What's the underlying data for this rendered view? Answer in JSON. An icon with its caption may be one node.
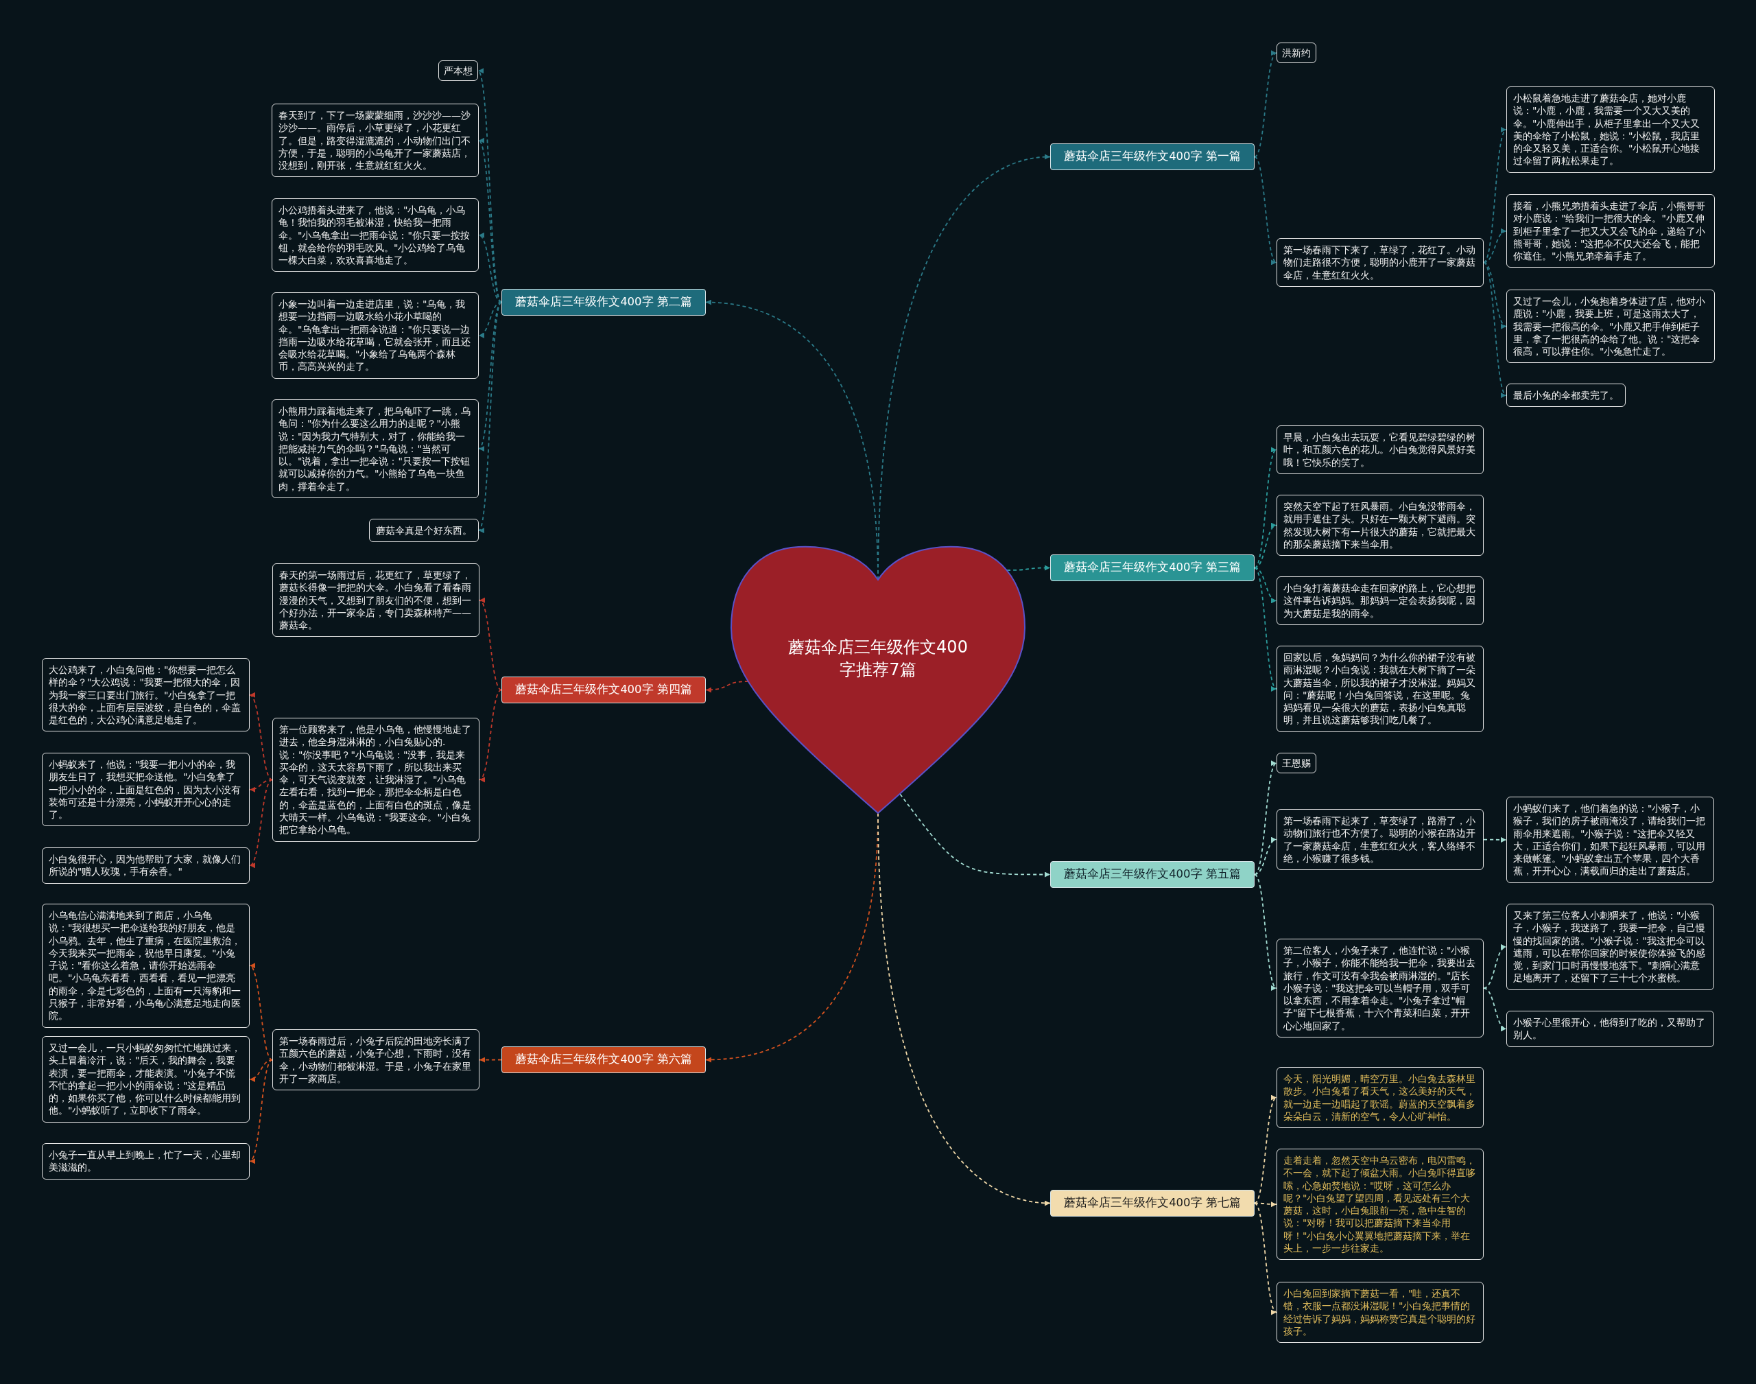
{
  "diagram": {
    "nodes": [
      {
        "text": [
          "蘑菇伞店三年级作文400字推荐7篇"
        ]
      },
      {
        "text": [
          "蘑菇伞店三年级作文400字 第一篇"
        ]
      },
      {
        "text": [
          "洪新约"
        ]
      },
      {
        "text": [
          "第一场春雨下下来了，草绿了，花红了。小动物们走路很不方便，聪明的小鹿开了一家蘑菇伞店，生意红红火火。"
        ]
      },
      {
        "text": [
          "小松鼠着急地走进了蘑菇伞店，她对小鹿说：\"小鹿，小鹿，我需要一个又大又美的伞。\"小鹿伸出手，从柜子里拿出一个又大又美的伞给了小松鼠，她说：\"小松鼠，我店里的伞又轻又美，正适合你。\"小松鼠开心地接过伞留了两粒松果走了。"
        ]
      },
      {
        "text": [
          "接着，小熊兄弟捂着头走进了伞店，小熊哥哥对小鹿说：\"给我们一把很大的伞。\"小鹿又伸到柜子里拿了一把又大又会飞的伞，递给了小熊哥哥，她说：\"这把伞不仅大还会飞，能把你遮住。\"小熊兄弟牵着手走了。"
        ]
      },
      {
        "text": [
          "又过了一会儿，小兔抱着身体进了店，他对小鹿说：\"小鹿，我要上班，可是这雨太大了，我需要一把很高的伞。\"小鹿又把手伸到柜子里，拿了一把很高的伞给了他。说：\"这把伞很高，可以撑住你。\"小兔急忙走了。"
        ]
      },
      {
        "text": [
          "最后小兔的伞都卖完了。"
        ]
      },
      {
        "text": [
          "蘑菇伞店三年级作文400字 第二篇"
        ]
      },
      {
        "text": [
          "严本想"
        ]
      },
      {
        "text": [
          "春天到了，下了一场蒙蒙细雨，沙沙沙——沙沙沙——。雨停后，小草更绿了，小花更红了。但是，路变得湿漉漉的，小动物们出门不方便，于是，聪明的小乌龟开了一家蘑菇店，没想到，刚开张，生意就红红火火。"
        ]
      },
      {
        "text": [
          "小公鸡捂着头进来了，他说：\"小乌龟，小乌龟！我怕我的羽毛被淋湿，快给我一把雨伞。\"小乌龟拿出一把雨伞说：\"你只要一按按钮，就会给你的羽毛吹风。\"小公鸡给了乌龟一棵大白菜，欢欢喜喜地走了。"
        ]
      },
      {
        "text": [
          "小象一边叫着一边走进店里，说：\"乌龟，我想要一边挡雨一边吸水给小花小草喝的伞。\"乌龟拿出一把雨伞说道：\"你只要说一边挡雨一边吸水给花草喝，它就会张开，而且还会吸水给花草喝。\"小象给了乌龟两个森林币，高高兴兴的走了。"
        ]
      },
      {
        "text": [
          "小熊用力踩着地走来了，把乌龟吓了一跳，乌龟问：\"你为什么要这么用力的走呢？\"小熊说：\"因为我力气特别大，对了，你能给我一把能减掉力气的伞吗？\"乌龟说：\"当然可以。\"说着，拿出一把伞说：\"只要按一下按钮就可以减掉你的力气。\"小熊给了乌龟一块鱼肉，撑着伞走了。"
        ]
      },
      {
        "text": [
          "蘑菇伞真是个好东西。"
        ]
      },
      {
        "text": [
          "蘑菇伞店三年级作文400字 第三篇"
        ]
      },
      {
        "text": [
          "早晨，小白兔出去玩耍，它看见碧绿碧绿的树叶，和五颜六色的花儿。小白兔觉得风景好美哦！它快乐的笑了。"
        ]
      },
      {
        "text": [
          "突然天空下起了狂风暴雨。小白兔没带雨伞，就用手遮住了头。只好在一颗大树下避雨。突然发现大树下有一片很大的蘑菇，它就把最大的那朵蘑菇摘下来当伞用。"
        ]
      },
      {
        "text": [
          "小白兔打着蘑菇伞走在回家的路上，它心想把这件事告诉妈妈。那妈妈一定会表扬我呢，因为大蘑菇是我的雨伞。"
        ]
      },
      {
        "text": [
          "回家以后，兔妈妈问？为什么你的裙子没有被雨淋湿呢？小白兔说：我就在大树下摘了一朵大蘑菇当伞，所以我的裙子才没淋湿。妈妈又问：\"蘑菇呢！小白兔回答说，在这里呢。兔妈妈看见一朵很大的蘑菇，表扬小白兔真聪明，并且说这蘑菇够我们吃几餐了。"
        ]
      },
      {
        "text": [
          "蘑菇伞店三年级作文400字 第四篇"
        ]
      },
      {
        "text": [
          "春天的第一场雨过后，花更红了，草更绿了，蘑菇长得像一把把的大伞。小白兔看了看春雨漫漫的天气，又想到了朋友们的不便，想到一个好办法，开一家伞店，专门卖森林特产——蘑菇伞。"
        ]
      },
      {
        "text": [
          "第一位顾客来了，他是小乌龟，他慢慢地走了进去，他全身湿淋淋的，小白兔贴心的.说：\"你没事吧？\"小乌龟说：\"没事，我是来买伞的，这天太容易下雨了，所以我出来买伞，可天气说变就变，让我淋湿了。\"小乌龟左看右看，找到一把伞，那把伞伞柄是白色的，伞盖是蓝色的，上面有白色的斑点，像是大晴天一样。小乌龟说：\"我要这伞。\"小白兔把它拿给小乌龟。"
        ]
      },
      {
        "text": [
          "大公鸡来了，小白兔问他：\"你想要一把怎么样的伞？\"大公鸡说：\"我要一把很大的伞，因为我一家三口要出门旅行。\"小白兔拿了一把很大的伞，上面有层层波纹，是白色的，伞盖是红色的，大公鸡心满意足地走了。"
        ]
      },
      {
        "text": [
          "小蚂蚁来了，他说：\"我要一把小小的伞，我朋友生日了，我想买把伞送他。\"小白兔拿了一把小小的伞，上面是红色的，因为太小没有装饰可还是十分漂亮，小蚂蚁开开心心的走了。"
        ]
      },
      {
        "text": [
          "小白兔很开心，因为他帮助了大家，就像人们所说的\"赠人玫瑰，手有余香。\""
        ]
      },
      {
        "text": [
          "蘑菇伞店三年级作文400字 第五篇"
        ]
      },
      {
        "text": [
          "王恩赐"
        ]
      },
      {
        "text": [
          "第一场春雨下起来了，草变绿了，路滑了，小动物们旅行也不方便了。聪明的小猴在路边开了一家蘑菇伞店，生意红红火火，客人络绎不绝，小猴赚了很多钱。"
        ]
      },
      {
        "text": [
          "小蚂蚁们来了，他们着急的说：\"小猴子，小猴子，我们的房子被雨淹没了，请给我们一把雨伞用来遮雨。\"小猴子说：\"这把伞又轻又大，正适合你们，如果下起狂风暴雨，可以用来做帐篷。\"小蚂蚁拿出五个苹果，四个大香蕉，开开心心，满载而归的走出了蘑菇店。"
        ]
      },
      {
        "text": [
          "第二位客人，小兔子来了，他连忙说：\"小猴子，小猴子，你能不能给我一把伞，我要出去旅行，作文可没有伞我会被雨淋湿的。\"店长小猴子说：\"我这把伞可以当帽子用，双手可以拿东西，不用拿着伞走。\"小兔子拿过\"帽子\"留下七根香蕉，十六个青菜和白菜，开开心心地回家了。"
        ]
      },
      {
        "text": [
          "又来了第三位客人小刺猬来了，他说：\"小猴子，小猴子，我迷路了，我要一把伞，自己慢慢的找回家的路。\"小猴子说：\"我这把伞可以遮雨，可以在帮你回家的时候使你体验飞的感觉，到家门口时再慢慢地落下。\"刺猬心满意足地离开了，还留下了三十七个水蜜桃。"
        ]
      },
      {
        "text": [
          "小猴子心里很开心，他得到了吃的，又帮助了别人。"
        ]
      },
      {
        "text": [
          "蘑菇伞店三年级作文400字 第六篇"
        ]
      },
      {
        "text": [
          "第一场春雨过后，小兔子后院的田地旁长满了五颜六色的蘑菇，小兔子心想，下雨时，没有伞，小动物们都被淋湿。于是，小兔子在家里开了一家商店。"
        ]
      },
      {
        "text": [
          "小乌龟信心满满地来到了商店，小乌龟说：\"我很想买一把伞送给我的好朋友，他是小乌鸦。去年，他生了重病，在医院里救治，今天我来买一把雨伞，祝他早日康复。\"小兔子说：\"看你这么着急，请你开始选雨伞吧。\"小乌龟东看看，西看看，看见一把漂亮的雨伞，伞是七彩色的，上面有一只海豹和一只猴子，非常好看，小乌龟心满意足地走向医院。"
        ]
      },
      {
        "text": [
          "又过一会儿，一只小蚂蚁匆匆忙忙地跳过来，头上冒着冷汗，说：\"后天，我的舞会，我要表演，要一把雨伞，才能表演。\"小兔子不慌不忙的拿起一把小小的雨伞说：\"这是精品的，如果你买了他，你可以什么时候都能用到他。\"小蚂蚁听了，立即收下了雨伞。"
        ]
      },
      {
        "text": [
          "小兔子一直从早上到晚上，忙了一天，心里却美滋滋的。"
        ]
      },
      {
        "text": [
          "蘑菇伞店三年级作文400字 第七篇"
        ]
      },
      {
        "text": [
          "今天，阳光明媚，晴空万里。小白兔去森林里散步。小白兔看了看天气，这么美好的天气，就一边走一边唱起了歌谣。蔚蓝的天空飘着多朵朵白云，清新的空气，令人心旷神怡。"
        ]
      },
      {
        "text": [
          "走着走着，忽然天空中乌云密布，电闪雷鸣，不一会，就下起了倾盆大雨。小白兔吓得直哆嗦，心急如焚地说：\"哎呀，这可怎么办呢？\"小白兔望了望四周，看见远处有三个大蘑菇，这时，小白兔眼前一亮，急中生智的说：\"对呀！我可以把蘑菇摘下来当伞用呀！\"小白兔小心翼翼地把蘑菇摘下来，举在头上，一步一步往家走。"
        ]
      },
      {
        "text": [
          "小白兔回到家摘下蘑菇一看，\"哇，还真不错，衣服一点都没淋湿呢！\"小白兔把事情的经过告诉了妈妈，妈妈称赞它真是个聪明的好孩子。"
        ]
      }
    ],
    "edges": [
      {
        "from": 0,
        "to": 1,
        "arrow": "to",
        "style": "dashed"
      },
      {
        "from": 1,
        "to": 2,
        "arrow": "to",
        "style": "dashed"
      },
      {
        "from": 1,
        "to": 3,
        "arrow": "to",
        "style": "dashed"
      },
      {
        "from": 3,
        "to": 4,
        "arrow": "to",
        "style": "dashed"
      },
      {
        "from": 3,
        "to": 5,
        "arrow": "to",
        "style": "dashed"
      },
      {
        "from": 3,
        "to": 6,
        "arrow": "to",
        "style": "dashed"
      },
      {
        "from": 3,
        "to": 7,
        "arrow": "to",
        "style": "dashed"
      },
      {
        "from": 0,
        "to": 8,
        "arrow": "to",
        "style": "dashed"
      },
      {
        "from": 8,
        "to": 9,
        "arrow": "to",
        "style": "dashed"
      },
      {
        "from": 8,
        "to": 10,
        "arrow": "to",
        "style": "dashed"
      },
      {
        "from": 8,
        "to": 11,
        "arrow": "to",
        "style": "dashed"
      },
      {
        "from": 8,
        "to": 12,
        "arrow": "to",
        "style": "dashed"
      },
      {
        "from": 8,
        "to": 13,
        "arrow": "to",
        "style": "dashed"
      },
      {
        "from": 8,
        "to": 14,
        "arrow": "to",
        "style": "dashed"
      },
      {
        "from": 0,
        "to": 15,
        "arrow": "to",
        "style": "dashed",
        "color": "#2c9c9c"
      },
      {
        "from": 15,
        "to": 16,
        "arrow": "to",
        "style": "dashed",
        "color": "#2c9c9c"
      },
      {
        "from": 15,
        "to": 17,
        "arrow": "to",
        "style": "dashed",
        "color": "#2c9c9c"
      },
      {
        "from": 15,
        "to": 18,
        "arrow": "to",
        "style": "dashed",
        "color": "#2c9c9c"
      },
      {
        "from": 15,
        "to": 19,
        "arrow": "to",
        "style": "dashed",
        "color": "#2c9c9c"
      },
      {
        "from": 0,
        "to": 20,
        "arrow": "to",
        "style": "dashed",
        "color": "#c0392b"
      },
      {
        "from": 20,
        "to": 21,
        "arrow": "to",
        "style": "dashed",
        "color": "#c0392b"
      },
      {
        "from": 20,
        "to": 22,
        "arrow": "to",
        "style": "dashed",
        "color": "#c0392b"
      },
      {
        "from": 22,
        "to": 23,
        "arrow": "to",
        "style": "dashed",
        "color": "#c0392b"
      },
      {
        "from": 22,
        "to": 24,
        "arrow": "to",
        "style": "dashed",
        "color": "#c0392b"
      },
      {
        "from": 22,
        "to": 25,
        "arrow": "to",
        "style": "dashed",
        "color": "#c0392b"
      },
      {
        "from": 0,
        "to": 26,
        "arrow": "to",
        "style": "dashed",
        "color": "#a3ddd3"
      },
      {
        "from": 26,
        "to": 27,
        "arrow": "to",
        "style": "dashed",
        "color": "#a3ddd3"
      },
      {
        "from": 26,
        "to": 28,
        "arrow": "to",
        "style": "dashed",
        "color": "#a3ddd3"
      },
      {
        "from": 26,
        "to": 30,
        "arrow": "to",
        "style": "dashed",
        "color": "#a3ddd3"
      },
      {
        "from": 28,
        "to": 29,
        "arrow": "to",
        "style": "dashed",
        "color": "#a3ddd3"
      },
      {
        "from": 30,
        "to": 31,
        "arrow": "to",
        "style": "dashed",
        "color": "#a3ddd3"
      },
      {
        "from": 30,
        "to": 32,
        "arrow": "to",
        "style": "dashed",
        "color": "#a3ddd3"
      },
      {
        "from": 0,
        "to": 33,
        "arrow": "to",
        "style": "dashed",
        "color": "#d4521f"
      },
      {
        "from": 33,
        "to": 34,
        "arrow": "to",
        "style": "dashed",
        "color": "#d4521f"
      },
      {
        "from": 34,
        "to": 35,
        "arrow": "to",
        "style": "dashed",
        "color": "#d4521f"
      },
      {
        "from": 34,
        "to": 36,
        "arrow": "to",
        "style": "dashed",
        "color": "#d4521f"
      },
      {
        "from": 34,
        "to": 37,
        "arrow": "to",
        "style": "dashed",
        "color": "#d4521f"
      },
      {
        "from": 0,
        "to": 38,
        "arrow": "to",
        "style": "dashed",
        "color": "#f0d8a8"
      },
      {
        "from": 38,
        "to": 39,
        "arrow": "to",
        "style": "dashed",
        "color": "#f0d8a8"
      },
      {
        "from": 38,
        "to": 40,
        "arrow": "to",
        "style": "dashed",
        "color": "#f0d8a8"
      },
      {
        "from": 38,
        "to": 41,
        "arrow": "to",
        "style": "dashed",
        "color": "#f0d8a8"
      }
    ]
  }
}
